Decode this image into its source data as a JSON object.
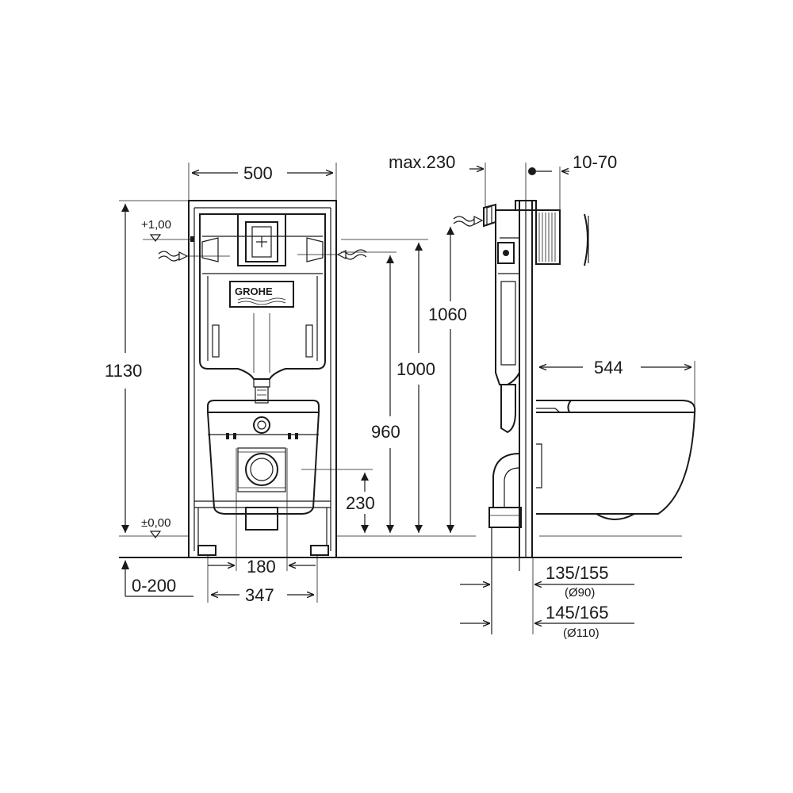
{
  "brand": "GROHE",
  "front_view": {
    "width": "500",
    "height_total": "1130",
    "level_top": "+1,00",
    "level_floor": "±0,00",
    "height_1060": "1060",
    "height_1000": "1000",
    "height_960": "960",
    "height_230": "230",
    "spacing_180": "180",
    "spacing_347": "347",
    "adjust_0_200": "0-200"
  },
  "side_view": {
    "max_230": "max.230",
    "range_10_70": "10-70",
    "depth_544": "544",
    "pipe_135_155": "135/155",
    "pipe_d90": "(Ø90)",
    "pipe_145_165": "145/165",
    "pipe_d110": "(Ø110)"
  },
  "colors": {
    "ink": "#1a1a1a",
    "background": "#ffffff"
  }
}
